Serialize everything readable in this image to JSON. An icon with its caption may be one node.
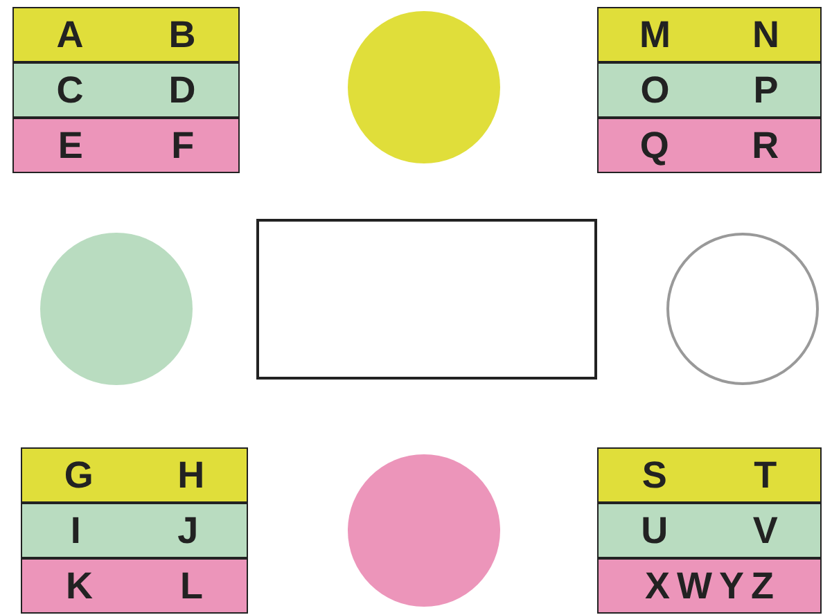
{
  "diagram": {
    "nodes": [
      {
        "text": [
          "A",
          "B"
        ]
      },
      {
        "text": [
          "C",
          "D"
        ]
      },
      {
        "text": [
          "E",
          "F"
        ]
      },
      {
        "text": [],
        "shape": "circle"
      },
      {
        "text": [
          "M",
          "N"
        ]
      },
      {
        "text": [
          "O",
          "P"
        ]
      },
      {
        "text": [
          "Q",
          "R"
        ]
      },
      {
        "text": [],
        "shape": "circle"
      },
      {
        "text": [],
        "shape": "box"
      },
      {
        "text": [],
        "shape": "circle"
      },
      {
        "text": [
          "G",
          "H"
        ]
      },
      {
        "text": [
          "I",
          "J"
        ]
      },
      {
        "text": [
          "K",
          "L"
        ]
      },
      {
        "text": [],
        "shape": "circle"
      },
      {
        "text": [
          "S",
          "T"
        ]
      },
      {
        "text": [
          "U",
          "V"
        ]
      },
      {
        "text": [
          "X",
          "W",
          "Y",
          "Z"
        ]
      }
    ]
  }
}
